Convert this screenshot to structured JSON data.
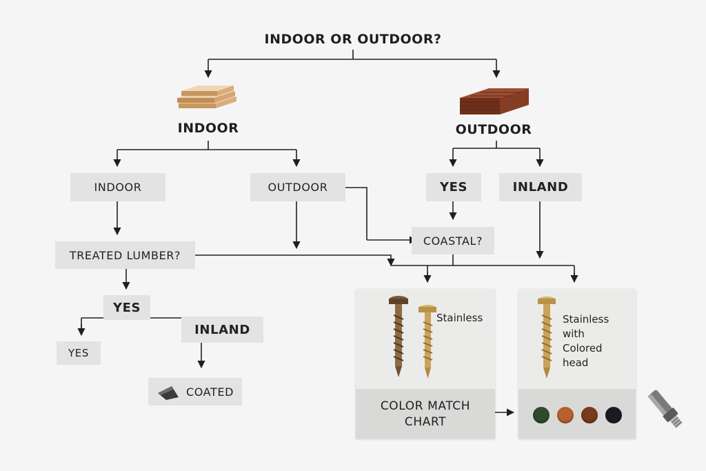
{
  "title": "INDOOR OR OUTDOOR?",
  "branches": {
    "indoor_label": "INDOOR",
    "outdoor_label": "OUTDOOR"
  },
  "nodes": {
    "indoor_box": "INDOOR",
    "outdoor_box": "OUTDOOR",
    "yes_top": "YES",
    "inland_top": "INLAND",
    "coastal": "COASTAL?",
    "treated_lumber": "TREATED LUMBER?",
    "yes_mid": "YES",
    "inland_mid": "INLAND",
    "yes_small": "YES",
    "coated": "COATED"
  },
  "cards": {
    "stainless": {
      "caption": "Stainless",
      "footer_line1": "COLOR MATCH",
      "footer_line2": "CHART"
    },
    "colored_head": {
      "caption_line1": "Stainless",
      "caption_line2": "with",
      "caption_line3": "Colored",
      "caption_line4": "head",
      "swatches": [
        "#2f4a2c",
        "#b8612e",
        "#7a3a1c",
        "#1b1b24"
      ]
    }
  },
  "icons": {
    "indoor": "light-wood-planks-icon",
    "outdoor": "dark-wood-block-icon",
    "coated": "coated-tip-icon",
    "driver_bit": "driver-bit-icon"
  },
  "colors": {
    "box_bg": "#e3e3e3",
    "card_bg": "#ebebea",
    "line": "#1f1f1f"
  }
}
